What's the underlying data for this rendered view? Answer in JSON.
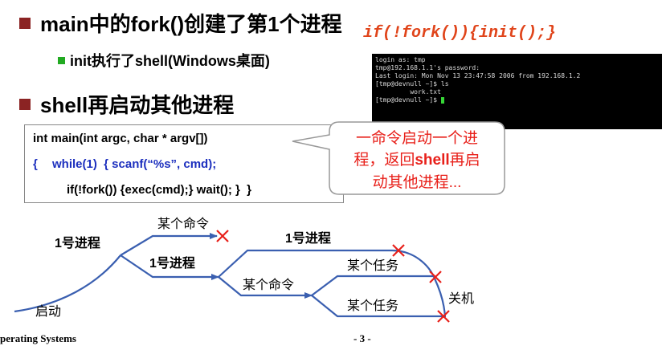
{
  "bullets": {
    "b1": "main中的fork()创建了第1个进程",
    "b1_sub": "init执行了shell(Windows桌面)",
    "b2": "shell再启动其他进程"
  },
  "code_top": "if(!fork()){init();}",
  "terminal": {
    "lines": [
      "login as: tmp",
      "tmp@192.168.1.1's password:",
      "Last login: Mon Nov 13 23:47:58 2006 from 192.168.1.2",
      "[tmp@devnull ~]$ ls",
      "         work.txt",
      "[tmp@devnull ~]$ "
    ]
  },
  "code_box": {
    "line1": "int main(int argc, char * argv[])",
    "line2_brace": "{",
    "line2_code": "while(1)  { scanf(“%s”, cmd);",
    "line3": "if(!fork()) {exec(cmd);} wait(); }  }"
  },
  "callout": {
    "line1": "一命令启动一个进",
    "line2_a": "程，返回",
    "line2_b": "shell",
    "line2_c": "再启",
    "line3": "动其他进程..."
  },
  "diagram": {
    "start": "启动",
    "p1_left": "1号进程",
    "cmd_top": "某个命令",
    "p1_mid": "1号进程",
    "p1_right": "1号进程",
    "cmd_mid": "某个命令",
    "task1": "某个任务",
    "task2": "某个任务",
    "shutdown": "关机"
  },
  "footer": {
    "left": "perating Systems",
    "page": "- 3 -"
  },
  "colors": {
    "arrow": "#3a5fb0",
    "cross": "#e8201a",
    "callout_border": "#999999",
    "bullet_square": "#8b2323"
  }
}
